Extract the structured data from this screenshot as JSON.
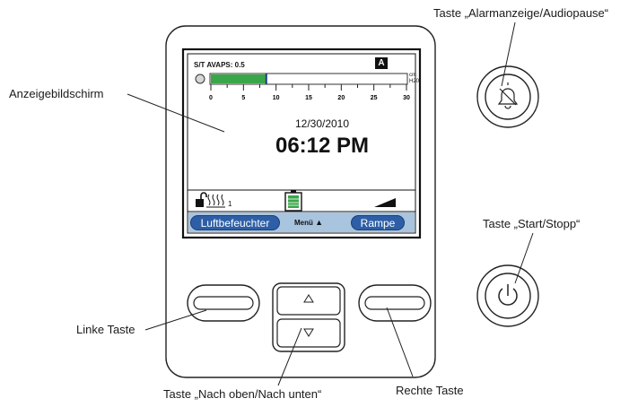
{
  "callouts": {
    "alarm_button": "Taste „Alarmanzeige/Audiopause“",
    "display": "Anzeigebildschirm",
    "start_stop_button": "Taste „Start/Stopp“",
    "left_button": "Linke Taste",
    "up_down_button": "Taste „Nach oben/Nach unten“",
    "right_button": "Rechte Taste"
  },
  "screen": {
    "mode": "S/T AVAPS: 0.5",
    "indicator": "A",
    "pressure_unit_line1": "cm",
    "pressure_unit_line2": "H20",
    "scale_ticks": [
      "0",
      "5",
      "10",
      "15",
      "20",
      "25",
      "30"
    ],
    "pressure_level_cmh2o": 8.5,
    "date": "12/30/2010",
    "time": "06:12 PM",
    "humidifier_level": "1",
    "softkey_left": "Luftbefeuchter",
    "softkey_menu": "Menü",
    "softkey_right": "Rampe"
  },
  "colors": {
    "pressure_bar": "#3aa64a",
    "softkey_bar": "#a9c4de",
    "softkey_pill": "#2e5fa6",
    "battery": "#3aa64a"
  }
}
